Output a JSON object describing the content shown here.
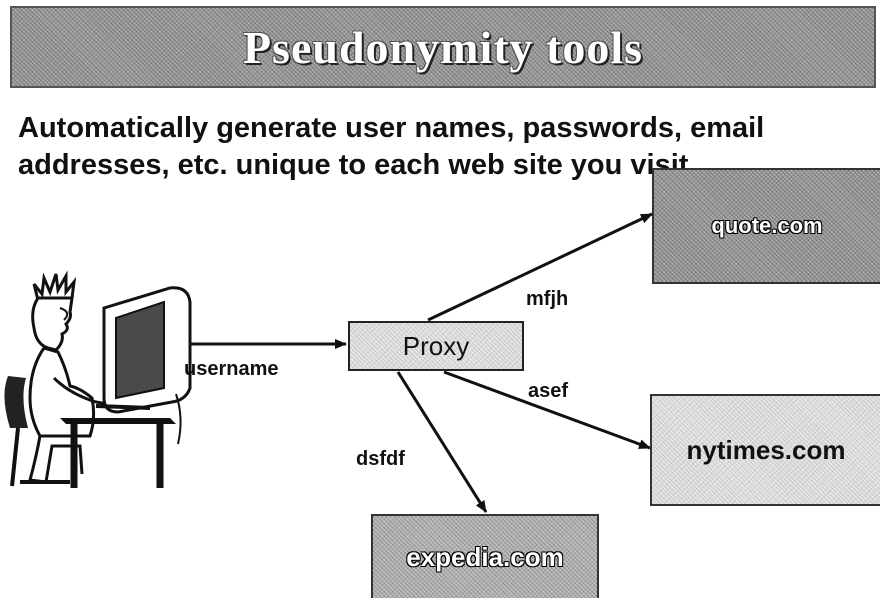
{
  "title": "Pseudonymity tools",
  "subtitle": "Automatically generate user names, passwords, email addresses, etc. unique to each web site you visit",
  "nodes": {
    "proxy": "Proxy",
    "quote": "quote.com",
    "nytimes": "nytimes.com",
    "expedia": "expedia.com"
  },
  "edges": {
    "user_to_proxy": "username",
    "proxy_to_quote": "mfjh",
    "proxy_to_nytimes": "asef",
    "proxy_to_expedia": "dsfdf"
  },
  "icons": {
    "user": "person-at-computer-icon"
  }
}
